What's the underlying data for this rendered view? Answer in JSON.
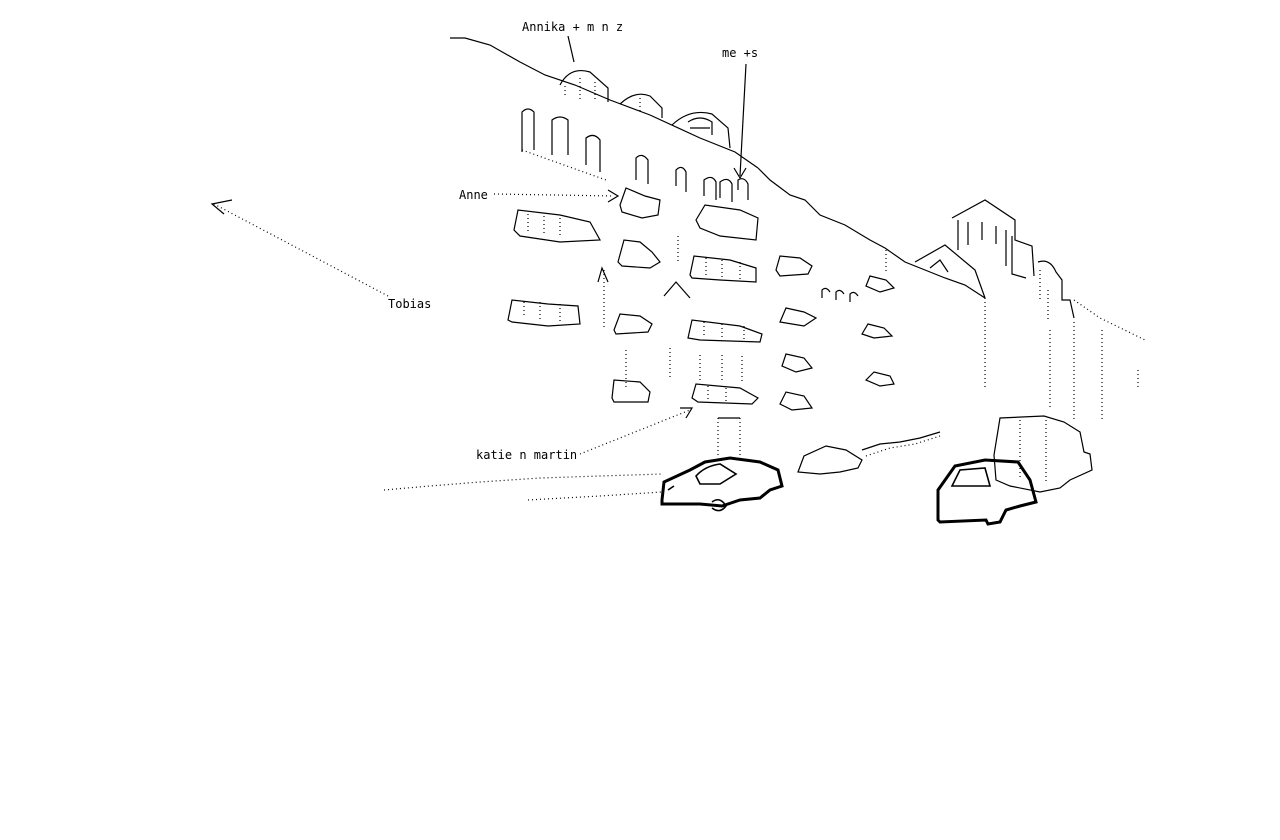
{
  "labels": {
    "annika": "Annika + m n z",
    "me": "me +s",
    "anne": "Anne",
    "tobias": "Tobias",
    "katie": "katie n martin"
  },
  "colors": {
    "ink": "#000000",
    "paper": "#ffffff"
  }
}
